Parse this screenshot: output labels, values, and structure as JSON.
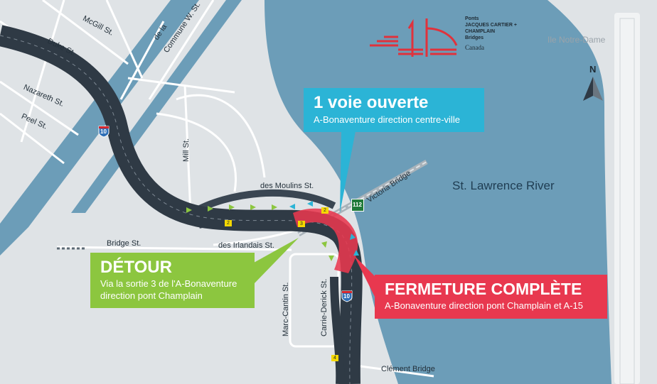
{
  "logo": {
    "line1": "Ponts",
    "line2": "JACQUES CARTIER +",
    "line3": "CHAMPLAIN",
    "line4": "Bridges",
    "wordmark": "Canada"
  },
  "callouts": {
    "open_lane": {
      "title": "1 voie ouverte",
      "subtitle": "A-Bonaventure direction centre-ville",
      "color": "#2bb4d6"
    },
    "detour": {
      "title": "DÉTOUR",
      "subtitle_line1": "Via la sortie 3 de l'A-Bonaventure",
      "subtitle_line2": "direction pont Champlain",
      "color": "#8cc63f"
    },
    "closure": {
      "title": "FERMETURE COMPLÈTE",
      "subtitle": "A-Bonaventure direction pont Champlain et A-15",
      "color": "#e8384f"
    }
  },
  "labels": {
    "mcgill": "McGill St.",
    "commune_1": "de la",
    "commune_2": "Commune W. St.",
    "duke": "Duke St.",
    "nazareth": "Nazareth St.",
    "peel": "Peel St.",
    "mill": "Mill St.",
    "moulins": "des Moulins St.",
    "bridge_st": "Bridge St.",
    "irlandais": "des Irlandais St.",
    "marc_cantin": "Marc-Cantin St.",
    "carrie_derick": "Carrie-Derick St.",
    "victoria": "Victoria Bridge",
    "clement": "Clément Bridge",
    "river": "St. Lawrence River",
    "island": "Ile Notre-Dame",
    "north": "N"
  },
  "shields": {
    "a10_top": "10",
    "a10_bottom": "10",
    "r112": "112",
    "exit2": "2",
    "exit2b": "2",
    "exit3": "3",
    "exit4": "4"
  },
  "colors": {
    "water": "#6c9db8",
    "land": "#dfe3e6",
    "highway": "#2f3a45",
    "closure": "#e8384f",
    "detour_arrow": "#8cc63f",
    "open_arrow": "#2bb4d6",
    "logo_red": "#e0323c"
  }
}
